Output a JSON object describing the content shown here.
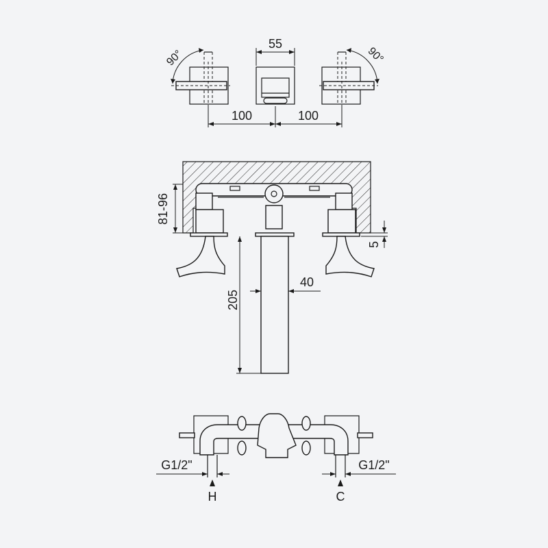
{
  "top_view": {
    "angle_left": "90°",
    "angle_right": "90°",
    "spout_width": "55",
    "spacing_left": "100",
    "spacing_right": "100"
  },
  "front_view": {
    "wall_depth": "81-96",
    "flange_thickness": "5",
    "spout_length": "205",
    "spout_width": "40"
  },
  "bottom_view": {
    "inlet_left": "G1/2\"",
    "inlet_right": "G1/2\"",
    "hot_label": "H",
    "cold_label": "C"
  }
}
